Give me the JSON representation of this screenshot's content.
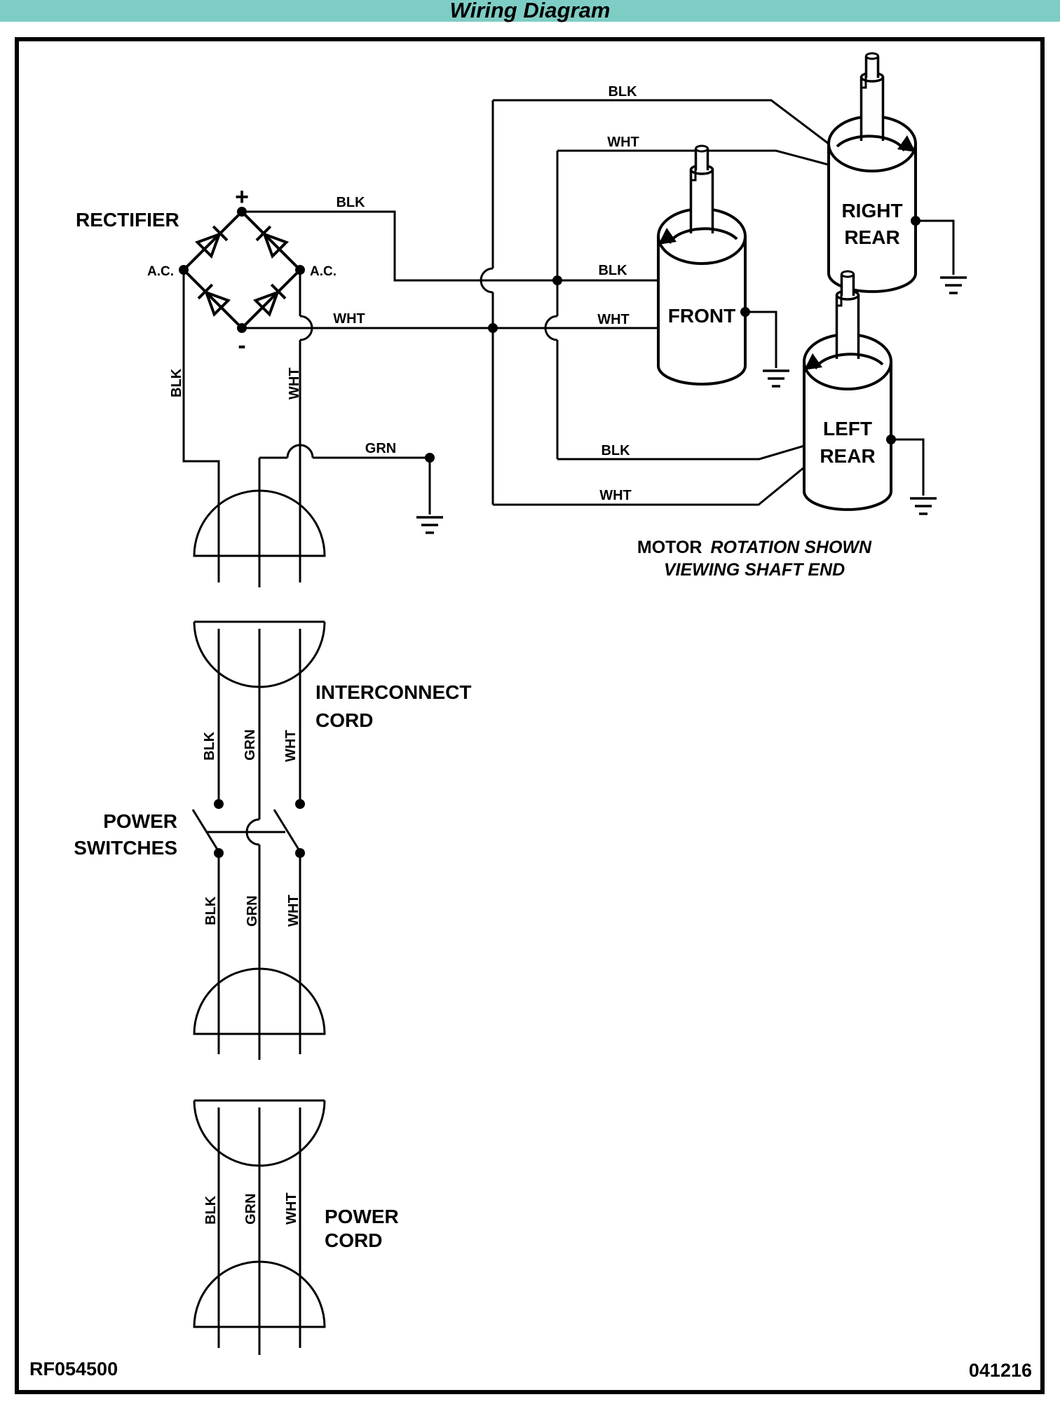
{
  "header": {
    "title": "Wiring Diagram",
    "bar_color": "#7ecdc5"
  },
  "rectifier": {
    "label": "RECTIFIER",
    "plus": "+",
    "minus": "-",
    "ac_left": "A.C.",
    "ac_right": "A.C.",
    "out_pos": "BLK",
    "out_neg": "WHT",
    "drop_left": "BLK",
    "drop_right": "WHT"
  },
  "bus": {
    "right_rear_blk": "BLK",
    "right_rear_wht": "WHT",
    "front_blk": "BLK",
    "front_wht": "WHT",
    "left_rear_blk": "BLK",
    "left_rear_wht": "WHT",
    "ground_grn": "GRN"
  },
  "motors": {
    "front": "FRONT",
    "right_rear": [
      "RIGHT",
      "REAR"
    ],
    "left_rear": [
      "LEFT",
      "REAR"
    ]
  },
  "rotation_note": {
    "motor": "MOTOR",
    "rotation_shown": "ROTATION SHOWN",
    "line2": "VIEWING SHAFT END"
  },
  "interconnect_cord": {
    "label_line1": "INTERCONNECT",
    "label_line2": "CORD",
    "wires": {
      "blk": "BLK",
      "grn": "GRN",
      "wht": "WHT"
    }
  },
  "power_switches": {
    "label_line1": "POWER",
    "label_line2": "SWITCHES",
    "wires": {
      "blk": "BLK",
      "grn": "GRN",
      "wht": "WHT"
    }
  },
  "power_cord": {
    "label_line1": "POWER",
    "label_line2": "CORD",
    "wires": {
      "blk": "BLK",
      "grn": "GRN",
      "wht": "WHT"
    }
  },
  "footer": {
    "doc_number": "RF054500",
    "date_code": "041216"
  }
}
